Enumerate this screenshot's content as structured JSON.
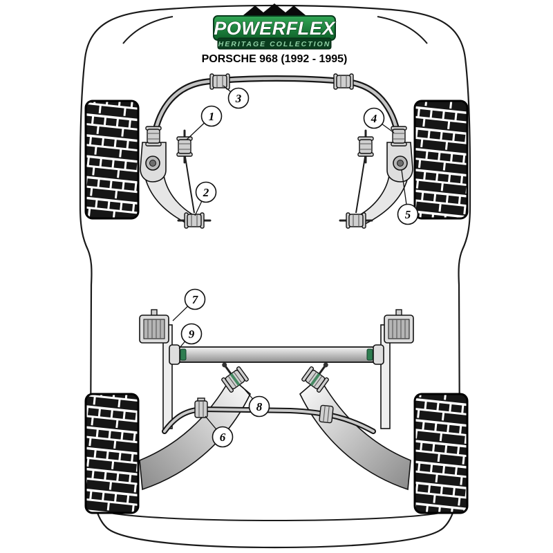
{
  "header": {
    "brand": "POWERFLEX",
    "brand_sub": "HERITAGE COLLECTION",
    "title": "PORSCHE 968 (1992 - 1995)"
  },
  "colors": {
    "brand_green": "#1e8c41",
    "brand_green_dark": "#0a3d1e",
    "accent_green": "#2e7d50",
    "line": "#111111",
    "part_gray": "#cfcfcf"
  },
  "callouts": [
    {
      "label": "1"
    },
    {
      "label": "2"
    },
    {
      "label": "3"
    },
    {
      "label": "4"
    },
    {
      "label": "5"
    },
    {
      "label": "6"
    },
    {
      "label": "7"
    },
    {
      "label": "8"
    },
    {
      "label": "9"
    }
  ]
}
